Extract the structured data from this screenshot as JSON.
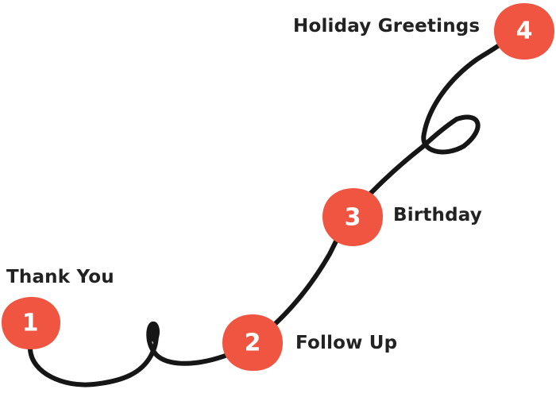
{
  "steps": [
    {
      "number": "1",
      "label": "Thank You"
    },
    {
      "number": "2",
      "label": "Follow Up"
    },
    {
      "number": "3",
      "label": "Birthday"
    },
    {
      "number": "4",
      "label": "Holiday Greetings"
    }
  ],
  "colors": {
    "marker": "#ef5541",
    "path": "#161616",
    "text": "#222222"
  }
}
